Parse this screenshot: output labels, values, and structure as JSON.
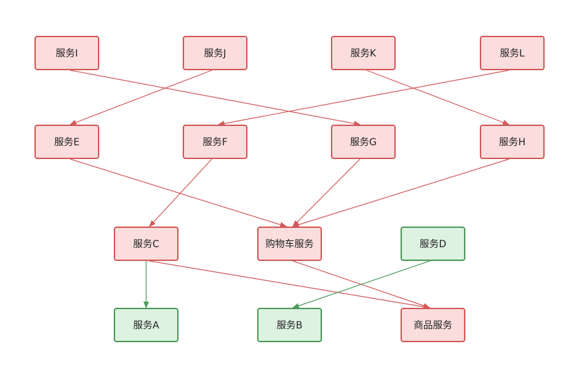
{
  "colors": {
    "red_border": "#d25a5a",
    "red_fill": "#fbdddd",
    "green_border": "#4e9a5c",
    "green_fill": "#ddf2e1",
    "edge_red": "#d25a5a",
    "edge_green": "#4e9a5c"
  },
  "nodes": {
    "I": {
      "label": "服务I",
      "status": "red"
    },
    "J": {
      "label": "服务J",
      "status": "red"
    },
    "K": {
      "label": "服务K",
      "status": "red"
    },
    "L": {
      "label": "服务L",
      "status": "red"
    },
    "E": {
      "label": "服务E",
      "status": "red"
    },
    "F": {
      "label": "服务F",
      "status": "red"
    },
    "G": {
      "label": "服务G",
      "status": "red"
    },
    "H": {
      "label": "服务H",
      "status": "red"
    },
    "C": {
      "label": "服务C",
      "status": "red"
    },
    "Cart": {
      "label": "购物车服务",
      "status": "red"
    },
    "D": {
      "label": "服务D",
      "status": "green"
    },
    "A": {
      "label": "服务A",
      "status": "green"
    },
    "B": {
      "label": "服务B",
      "status": "green"
    },
    "Product": {
      "label": "商品服务",
      "status": "red"
    }
  },
  "edges": [
    {
      "from": "I",
      "to": "G",
      "color": "red"
    },
    {
      "from": "J",
      "to": "E",
      "color": "red"
    },
    {
      "from": "K",
      "to": "H",
      "color": "red"
    },
    {
      "from": "L",
      "to": "F",
      "color": "red"
    },
    {
      "from": "E",
      "to": "Cart",
      "color": "red"
    },
    {
      "from": "F",
      "to": "C",
      "color": "red"
    },
    {
      "from": "G",
      "to": "Cart",
      "color": "red"
    },
    {
      "from": "H",
      "to": "Cart",
      "color": "red"
    },
    {
      "from": "C",
      "to": "A",
      "color": "green"
    },
    {
      "from": "C",
      "to": "Product",
      "color": "red"
    },
    {
      "from": "Cart",
      "to": "Product",
      "color": "red"
    },
    {
      "from": "D",
      "to": "B",
      "color": "green"
    }
  ]
}
